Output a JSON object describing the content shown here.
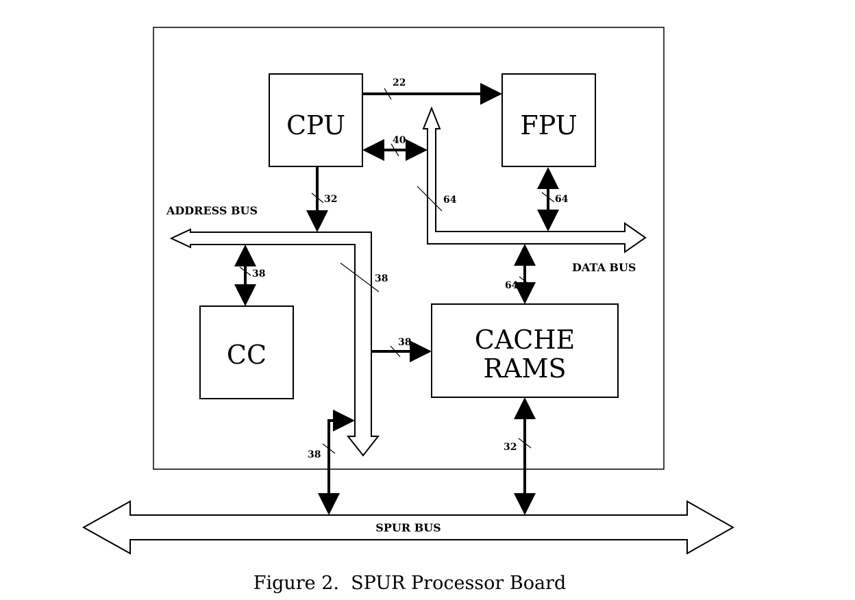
{
  "blocks": {
    "cpu": "CPU",
    "fpu": "FPU",
    "cc": "CC",
    "cache_line1": "CACHE",
    "cache_line2": "RAMS"
  },
  "buses": {
    "address": "ADDRESS BUS",
    "data": "DATA BUS",
    "spur": "SPUR BUS"
  },
  "widths": {
    "cpu_fpu": "22",
    "cpu_data": "40",
    "cpu_address": "32",
    "data_vertical": "64",
    "fpu_data": "64",
    "address_cc": "38",
    "address_vertical": "38",
    "data_cache": "64",
    "address_cache": "38",
    "spur_address": "38",
    "cache_spur": "32"
  },
  "caption": "Figure 2.  SPUR Processor Board"
}
